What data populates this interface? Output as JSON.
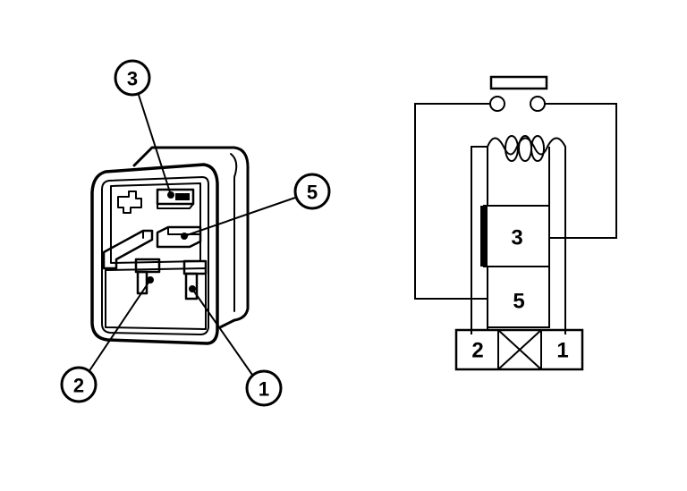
{
  "relay_photo": {
    "callouts": [
      {
        "id": "3",
        "label": "3"
      },
      {
        "id": "5",
        "label": "5"
      },
      {
        "id": "2",
        "label": "2"
      },
      {
        "id": "1",
        "label": "1"
      }
    ]
  },
  "schematic": {
    "terminal_3": "3",
    "terminal_5": "5",
    "terminal_2": "2",
    "terminal_1": "1"
  }
}
